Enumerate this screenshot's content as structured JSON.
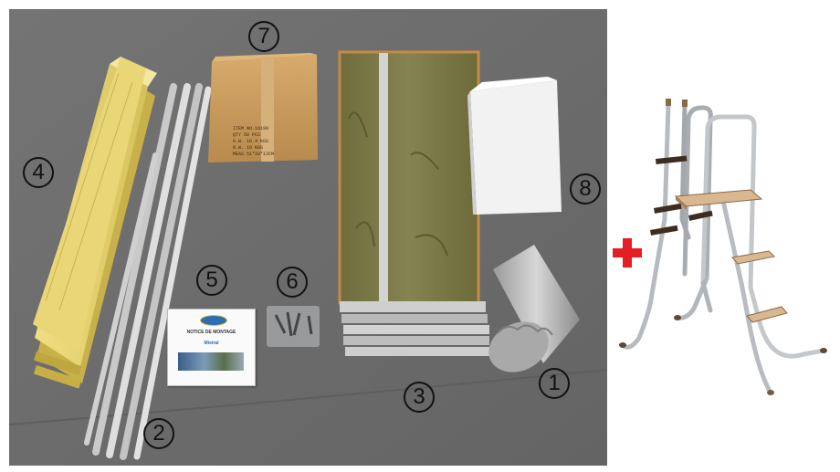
{
  "figure": {
    "labels": {
      "n1": "1",
      "n2": "2",
      "n3": "3",
      "n4": "4",
      "n5": "5",
      "n6": "6",
      "n7": "7",
      "n8": "8"
    },
    "plus_symbol": "+",
    "colors": {
      "floor": "#6b6b6b",
      "plus": "#e31e24",
      "wood_light": "#e7d46a",
      "deck_wood": "#7c7a44",
      "aluminium": "#bcbcbc",
      "cardboard": "#c79a5c"
    },
    "manual": {
      "title": "NOTICE DE MONTAGE",
      "brand": "Mistral"
    },
    "box7_text": [
      "ITEM NO.16199",
      "QTY 50 PCS",
      "G.W. 10.4 KGS",
      "N.W. 10 KGS",
      "MEAS 51*33*13CM"
    ]
  }
}
